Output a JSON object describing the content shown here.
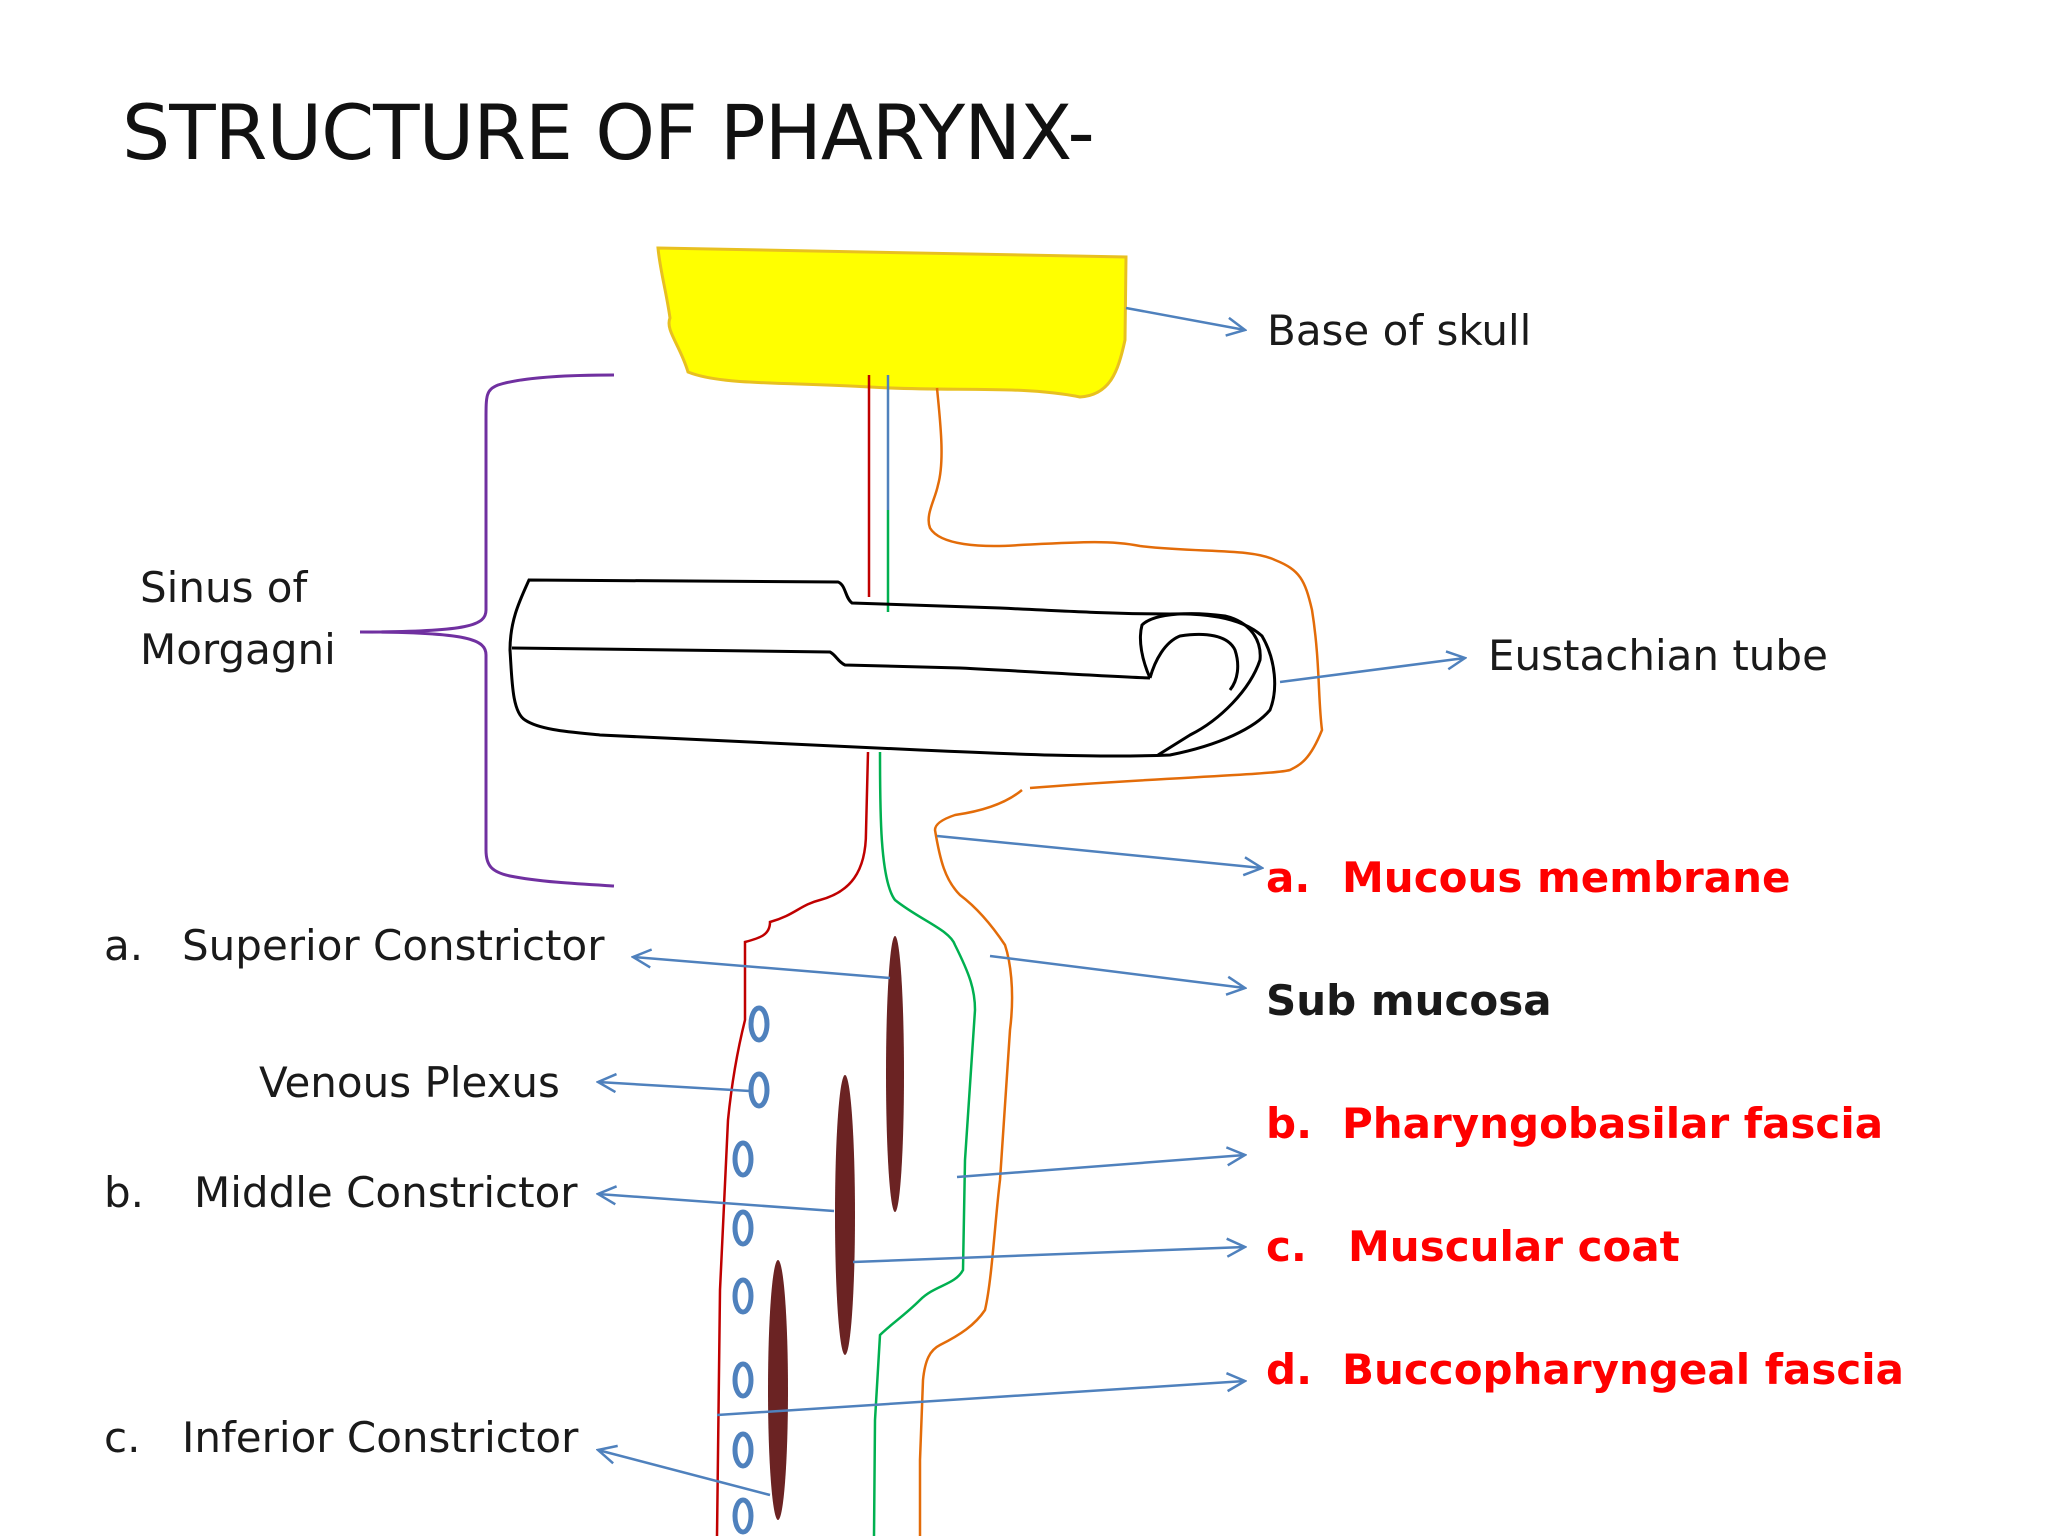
{
  "slide": {
    "title": "STRUCTURE OF PHARYNX-"
  },
  "colors": {
    "skull": "#ffff00",
    "skull_outline": "#e8c020",
    "bracket": "#7030a0",
    "red_line": "#c00000",
    "blue_line": "#4f81bd",
    "green_line": "#00b050",
    "orange_line": "#e36c09",
    "muscle": "#6b2323",
    "veins": "#4f81bd",
    "emphasis": "#ff0000"
  },
  "labels": {
    "base_of_skull": "Base of skull",
    "sinus_of_morgagni": [
      "Sinus of",
      "Morgagni"
    ],
    "eustachian_tube": "Eustachian tube",
    "superior_constrictor": {
      "marker": "a.",
      "text": "Superior Constrictor"
    },
    "venous_plexus": "Venous Plexus",
    "middle_constrictor": {
      "marker": "b.",
      "text": "Middle Constrictor"
    },
    "inferior_constrictor": {
      "marker": "c.",
      "text": "Inferior Constrictor"
    },
    "mucous_membrane": {
      "marker": "a.",
      "text": "Mucous membrane"
    },
    "sub_mucosa": "Sub mucosa",
    "pharyngobasilar_fascia": {
      "marker": "b.",
      "text": "Pharyngobasilar fascia"
    },
    "muscular_coat": {
      "marker": "c.",
      "text": "Muscular coat"
    },
    "buccopharyngeal_fascia": {
      "marker": "d.",
      "text": "Buccopharyngeal fascia"
    }
  },
  "icons": {
    "vein": "venous-plexus-ring-icon",
    "arrow": "arrowhead-icon"
  }
}
